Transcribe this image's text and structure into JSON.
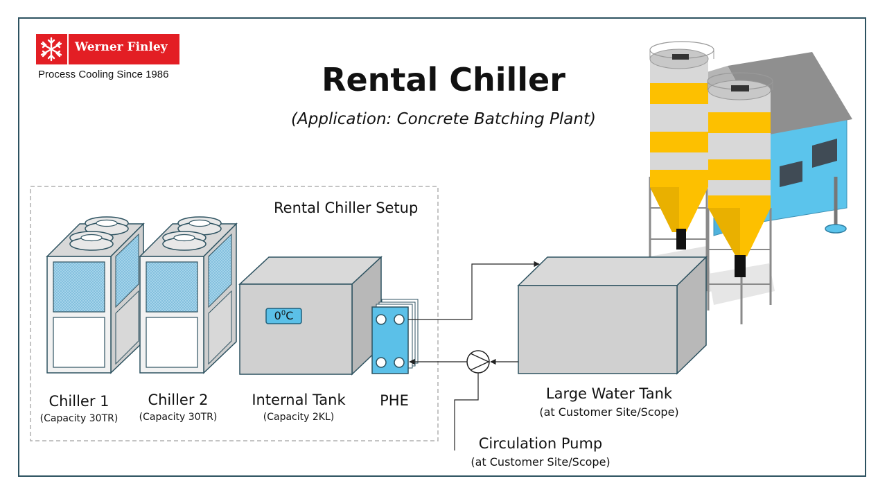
{
  "logo": {
    "brand": "Werner Finley",
    "tagline": "Process Cooling Since 1986"
  },
  "header": {
    "title": "Rental Chiller",
    "subtitle": "(Application: Concrete Batching Plant)"
  },
  "setup": {
    "label": "Rental Chiller Setup"
  },
  "components": {
    "chiller1": {
      "name": "Chiller 1",
      "capacity": "(Capacity 30TR)"
    },
    "chiller2": {
      "name": "Chiller 2",
      "capacity": "(Capacity 30TR)"
    },
    "internal_tank": {
      "name": "Internal Tank",
      "capacity": "(Capacity 2KL)",
      "temp_value": "0",
      "temp_unit": "0",
      "temp_suffix": "C"
    },
    "phe": {
      "name": "PHE"
    },
    "large_tank": {
      "name": "Large Water Tank",
      "scope": "(at Customer Site/Scope)"
    },
    "pump": {
      "name": "Circulation Pump",
      "scope": "(at Customer Site/Scope)"
    }
  },
  "colors": {
    "frame": "#2d5260",
    "brand_red": "#e31e24",
    "phe_blue": "#5bc0e8",
    "silo_yellow": "#fdc000",
    "building_blue": "#5bc4ec"
  }
}
